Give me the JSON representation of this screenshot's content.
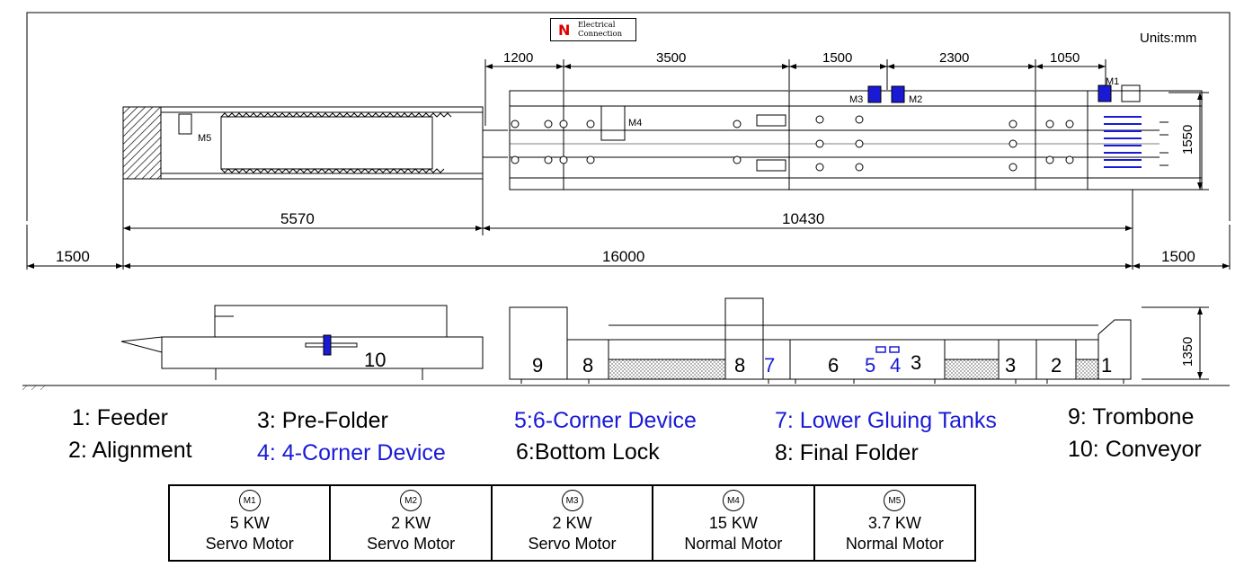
{
  "header": {
    "electrical_line1": "Electrical",
    "electrical_line2": "Connection",
    "units": "Units:mm"
  },
  "top_dimensions": [
    "1200",
    "3500",
    "1500",
    "2300",
    "1050"
  ],
  "side_dimension_top": "1550",
  "side_dimension_side": "1350",
  "mid_dimensions": [
    "5570",
    "10430"
  ],
  "bottom_dimensions": [
    "1500",
    "16000",
    "1500"
  ],
  "plan_motor_labels": [
    "M1",
    "M2",
    "M3",
    "M4",
    "M5"
  ],
  "section_numbers": [
    "10",
    "9",
    "8",
    "8",
    "7",
    "6",
    "5",
    "4",
    "3",
    "3",
    "2",
    "1"
  ],
  "legend": [
    {
      "text": "1:  Feeder",
      "color": "#000000"
    },
    {
      "text": "2: Alignment",
      "color": "#000000"
    },
    {
      "text": "3: Pre-Folder",
      "color": "#000000"
    },
    {
      "text": "4: 4-Corner Device",
      "color": "#1a1ad6"
    },
    {
      "text": "5:6-Corner Device",
      "color": "#1a1ad6"
    },
    {
      "text": "6:Bottom Lock",
      "color": "#000000"
    },
    {
      "text": "7: Lower Gluing Tanks",
      "color": "#1a1ad6"
    },
    {
      "text": "8: Final Folder",
      "color": "#000000"
    },
    {
      "text": "9: Trombone",
      "color": "#000000"
    },
    {
      "text": "10: Conveyor",
      "color": "#000000"
    }
  ],
  "motors": [
    {
      "id": "M1",
      "power": "5 KW",
      "type": "Servo Motor"
    },
    {
      "id": "M2",
      "power": "2 KW",
      "type": "Servo Motor"
    },
    {
      "id": "M3",
      "power": "2 KW",
      "type": "Servo Motor"
    },
    {
      "id": "M4",
      "power": "15 KW",
      "type": "Normal Motor"
    },
    {
      "id": "M5",
      "power": "3.7 KW",
      "type": "Normal Motor"
    }
  ]
}
